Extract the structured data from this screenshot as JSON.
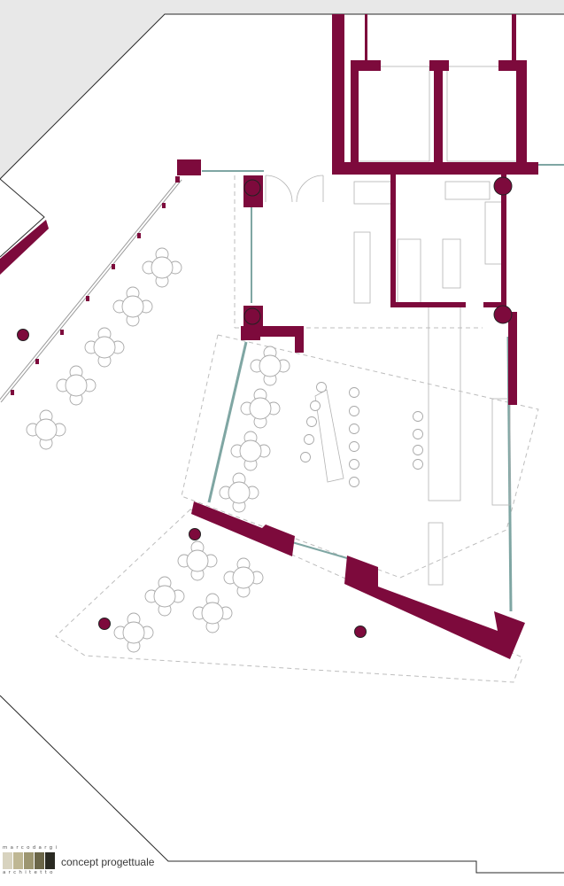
{
  "drawing": {
    "wall_color": "#7d0a3c",
    "outline_color": "#2a2a2a",
    "exterior_color": "#e8e8e8",
    "dash_color": "#bdbdbd",
    "furniture_color": "#a8a8a8"
  },
  "footer": {
    "brand_top": "marcodargi",
    "brand_bottom": "architetto",
    "label": "concept progettuale",
    "swatches": [
      "#d8d3bf",
      "#bfb793",
      "#9d9670",
      "#6b6648",
      "#2a2a22"
    ]
  }
}
